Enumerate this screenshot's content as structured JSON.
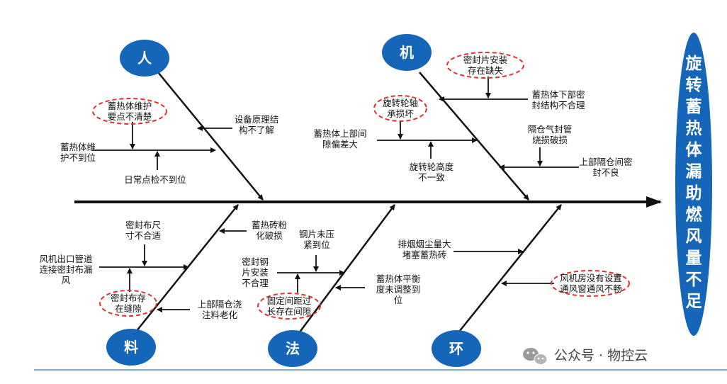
{
  "title": "旋转蓄热体漏助燃风量不足",
  "categories": {
    "person": "人",
    "machine": "机",
    "material": "料",
    "method": "法",
    "environment": "环"
  },
  "causes": {
    "person_maintenance_unclear": "蓄热体维护要点不清楚",
    "person_principle": "设备原理结构不了解",
    "person_maintenance": "蓄热体维护不到位",
    "person_daily_check": "日常点检不到位",
    "machine_seal_install": "密封片安装存在缺失",
    "machine_lower_seal": "蓄热体下部密封结构不合理",
    "machine_bearing": "旋转轮轴承损坏",
    "machine_gap": "蓄热体上部间隙偏差大",
    "machine_isolation_pipe": "隔仓气封管烧损破损",
    "machine_height": "旋转轮高度不一致",
    "machine_upper_seal": "上部隔仓间密封不良",
    "material_cloth_size": "密封布尺寸不合适",
    "material_brick": "蓄热砖粉化破损",
    "material_fan_outlet": "风机出口管道连接密封布漏风",
    "material_cloth_gap": "密封布存在缝隙",
    "material_castable": "上部隔仓浇注料老化",
    "method_steel_press": "钢片未压紧到位",
    "method_steel_install": "密封钢片安装不合理",
    "method_balance": "蓄热体平衡度未调整到位",
    "method_fixed_spacing": "固定间距过长存在间隙",
    "env_dust": "排烟烟尘量大堵塞蓄热砖",
    "env_fan_room": "风机房没有设置通风窗通风不畅"
  },
  "watermark": "公众号 · 物控云",
  "colors": {
    "circle": "#1565b8",
    "title_bg": "#1565b8",
    "dashed": "#e03030",
    "line": "#111111"
  }
}
